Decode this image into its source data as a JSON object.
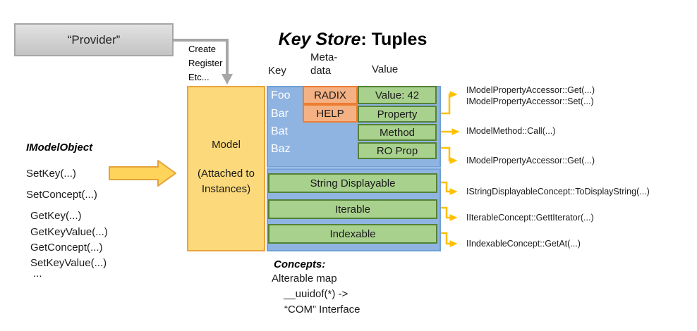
{
  "colors": {
    "blue_fill": "#8FB4E2",
    "blue_border": "#6FA0D6",
    "green_fill": "#A9D18E",
    "green_border": "#548235",
    "salmon_fill": "#F4B183",
    "salmon_border": "#ED7D31",
    "gold_fill": "#FCD97A",
    "gold_border": "#EDA43C",
    "gray_fill_top": "#E2E2E2",
    "gray_fill_bottom": "#C3C3C3",
    "gray_border": "#A6A6A6",
    "connector_gray": "#A6A6A6",
    "arrow_yellow": "#FFC000",
    "block_arrow_fill": "#FFD45A",
    "block_arrow_border": "#E2A33B",
    "key_text": "#FFFFFF"
  },
  "provider": {
    "label": "“Provider”"
  },
  "connector_label": {
    "line1": "Create",
    "line2": "Register",
    "line3": "Etc..."
  },
  "title": {
    "italic_part": "Key Store",
    "separator": ": ",
    "bold_part": "Tuples"
  },
  "column_headers": {
    "key": "Key",
    "meta_line1": "Meta-",
    "meta_line2": "data",
    "value": "Value"
  },
  "model_box": {
    "title": "Model",
    "subtitle_line1": "(Attached to",
    "subtitle_line2": "Instances)"
  },
  "key_rows": [
    "Foo",
    "Bar",
    "Bat",
    "Baz"
  ],
  "metadata_cells": [
    "RADIX",
    "HELP"
  ],
  "value_cells": [
    "Value: 42",
    "Property",
    "Method",
    "RO Prop"
  ],
  "concept_bars": [
    "String Displayable",
    "Iterable",
    "Indexable"
  ],
  "imodelobject": {
    "heading": "IModelObject",
    "methods": [
      "SetKey(...)",
      "SetConcept(...)",
      "GetKey(...)",
      "GetKeyValue(...)",
      "GetConcept(...)",
      "SetKeyValue(...)",
      "..."
    ]
  },
  "annotations": {
    "property_get": "IModelPropertyAccessor::Get(...)",
    "property_set": "IModelPropertyAccessor::Set(...)",
    "method_call": "IModelMethod::Call(...)",
    "ro_prop_get": "IModelPropertyAccessor::Get(...)",
    "string_displayable": "IStringDisplayableConcept::ToDisplayString(...)",
    "iterable": "IIterableConcept::GettIterator(...)",
    "indexable": "IIndexableConcept::GetAt(...)"
  },
  "concepts_footer": {
    "heading": "Concepts:",
    "line1": "Alterable map",
    "line2": "__uuidof(*) ->",
    "line3": "“COM” Interface"
  }
}
